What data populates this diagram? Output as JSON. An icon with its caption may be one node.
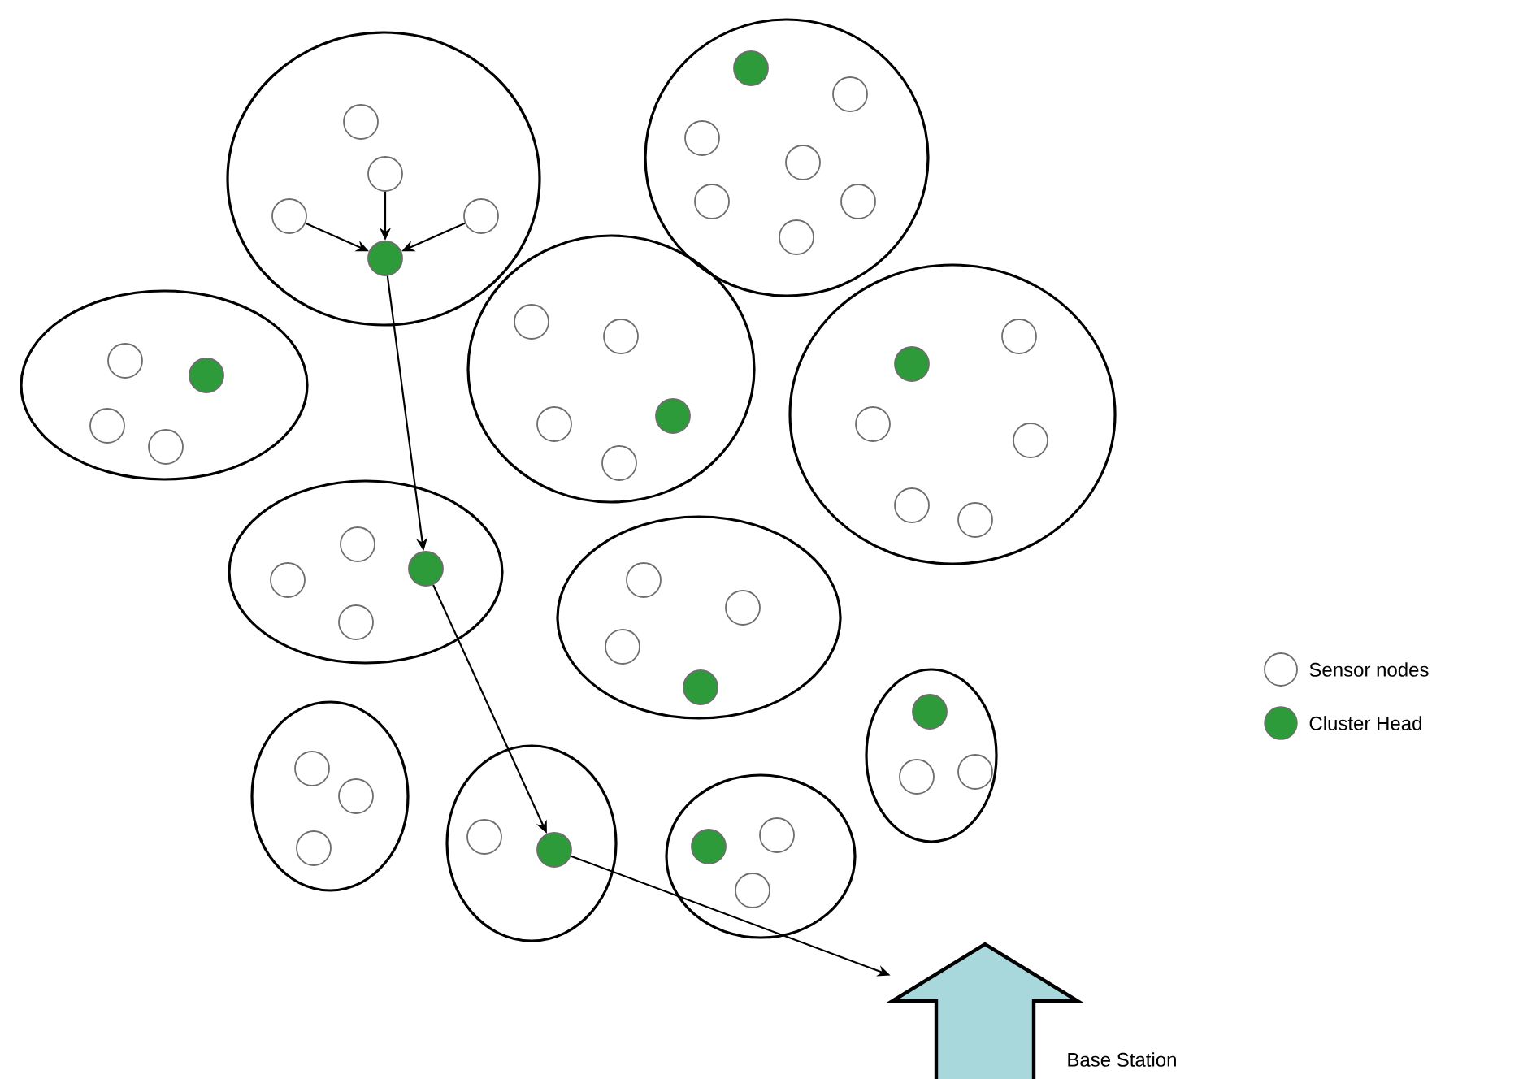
{
  "diagram": {
    "nodes": [
      {
        "text": [],
        "shape": "ellipse"
      },
      {
        "text": [],
        "shape": "circle",
        "in": 0
      },
      {
        "text": [],
        "shape": "circle",
        "in": 0
      },
      {
        "text": [],
        "shape": "circle",
        "in": 0
      },
      {
        "text": [],
        "shape": "circle",
        "in": 0
      },
      {
        "text": [],
        "shape": "dot",
        "in": 0
      },
      {
        "text": [],
        "shape": "ellipse"
      },
      {
        "text": [],
        "shape": "dot",
        "in": 6
      },
      {
        "text": [],
        "shape": "circle",
        "in": 6
      },
      {
        "text": [],
        "shape": "circle",
        "in": 6
      },
      {
        "text": [],
        "shape": "circle",
        "in": 6
      },
      {
        "text": [],
        "shape": "circle",
        "in": 6
      },
      {
        "text": [],
        "shape": "circle",
        "in": 6
      },
      {
        "text": [],
        "shape": "circle",
        "in": 6
      },
      {
        "text": [],
        "shape": "ellipse"
      },
      {
        "text": [],
        "shape": "circle",
        "in": 14
      },
      {
        "text": [],
        "shape": "dot",
        "in": 14
      },
      {
        "text": [],
        "shape": "circle",
        "in": 14
      },
      {
        "text": [],
        "shape": "circle",
        "in": 14
      },
      {
        "text": [],
        "shape": "ellipse"
      },
      {
        "text": [],
        "shape": "circle",
        "in": 19
      },
      {
        "text": [],
        "shape": "circle",
        "in": 19
      },
      {
        "text": [],
        "shape": "dot",
        "in": 19
      },
      {
        "text": [],
        "shape": "circle",
        "in": 19
      },
      {
        "text": [],
        "shape": "circle",
        "in": 19
      },
      {
        "text": [],
        "shape": "ellipse"
      },
      {
        "text": [],
        "shape": "circle",
        "in": 25
      },
      {
        "text": [],
        "shape": "dot",
        "in": 25
      },
      {
        "text": [],
        "shape": "circle",
        "in": 25
      },
      {
        "text": [],
        "shape": "circle",
        "in": 25
      },
      {
        "text": [],
        "shape": "circle",
        "in": 25
      },
      {
        "text": [],
        "shape": "circle",
        "in": 25
      },
      {
        "text": [],
        "shape": "ellipse"
      },
      {
        "text": [],
        "shape": "circle",
        "in": 32
      },
      {
        "text": [],
        "shape": "dot",
        "in": 32
      },
      {
        "text": [],
        "shape": "circle",
        "in": 32
      },
      {
        "text": [],
        "shape": "circle",
        "in": 32
      },
      {
        "text": [],
        "shape": "ellipse"
      },
      {
        "text": [],
        "shape": "circle",
        "in": 37
      },
      {
        "text": [],
        "shape": "circle",
        "in": 37
      },
      {
        "text": [],
        "shape": "circle",
        "in": 37
      },
      {
        "text": [],
        "shape": "dot",
        "in": 37
      },
      {
        "text": [],
        "shape": "ellipse"
      },
      {
        "text": [],
        "shape": "dot",
        "in": 42
      },
      {
        "text": [],
        "shape": "circle",
        "in": 42
      },
      {
        "text": [],
        "shape": "circle",
        "in": 42
      },
      {
        "text": [],
        "shape": "ellipse"
      },
      {
        "text": [],
        "shape": "circle",
        "in": 46
      },
      {
        "text": [],
        "shape": "circle",
        "in": 46
      },
      {
        "text": [],
        "shape": "circle",
        "in": 46
      },
      {
        "text": [],
        "shape": "ellipse"
      },
      {
        "text": [],
        "shape": "circle",
        "in": 50
      },
      {
        "text": [],
        "shape": "dot",
        "in": 50
      },
      {
        "text": [],
        "shape": "ellipse"
      },
      {
        "text": [],
        "shape": "dot",
        "in": 53
      },
      {
        "text": [],
        "shape": "circle",
        "in": 53
      },
      {
        "text": [],
        "shape": "circle",
        "in": 53
      },
      {
        "text": [],
        "shape": "arrow",
        "beside": [
          "Base Station"
        ]
      }
    ],
    "edges": [
      {
        "from": 2,
        "to": 5,
        "arrow": "to"
      },
      {
        "from": 3,
        "to": 5,
        "arrow": "to"
      },
      {
        "from": 4,
        "to": 5,
        "arrow": "to"
      },
      {
        "from": 5,
        "to": 34,
        "arrow": "to"
      },
      {
        "from": 34,
        "to": 52,
        "arrow": "to"
      },
      {
        "from": 52,
        "to": 57,
        "arrow": "to"
      }
    ],
    "legend": [
      {
        "text": "Sensor nodes"
      },
      {
        "text": "Cluster Head",
        "color": "#2e9b3a"
      }
    ]
  }
}
